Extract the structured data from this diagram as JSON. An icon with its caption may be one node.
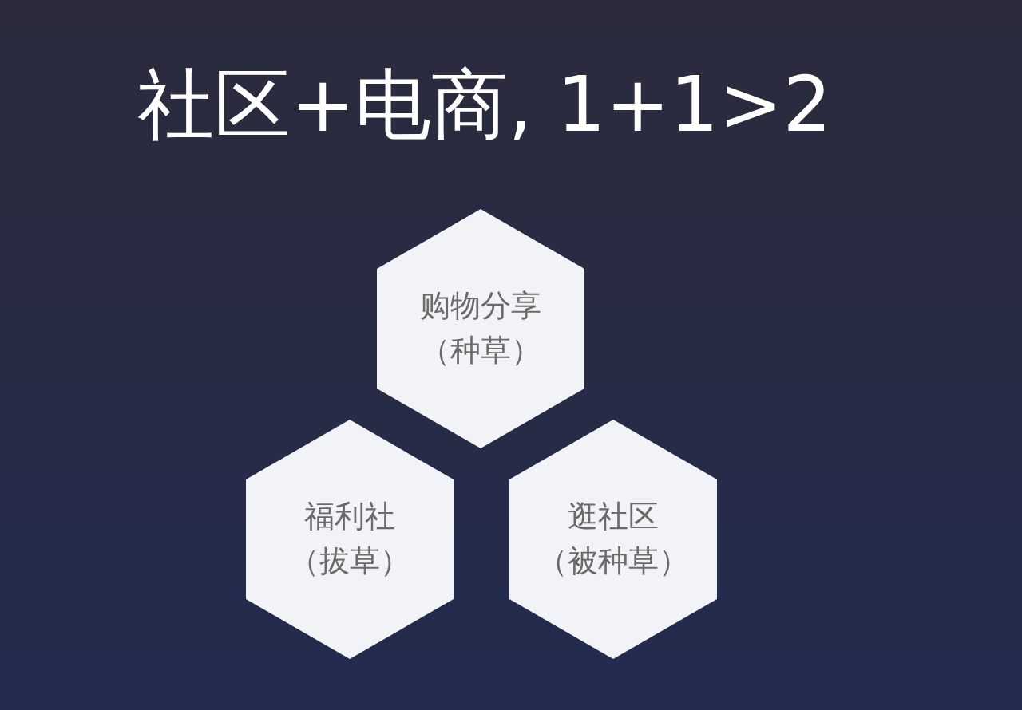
{
  "diagram": {
    "title": "社区+电商, 1+1>2",
    "nodes": [
      {
        "text": [
          "购物分享",
          "（种草）"
        ]
      },
      {
        "text": [
          "福利社",
          "（拔草）"
        ]
      },
      {
        "text": [
          "逛社区",
          "（被种草）"
        ]
      }
    ]
  }
}
